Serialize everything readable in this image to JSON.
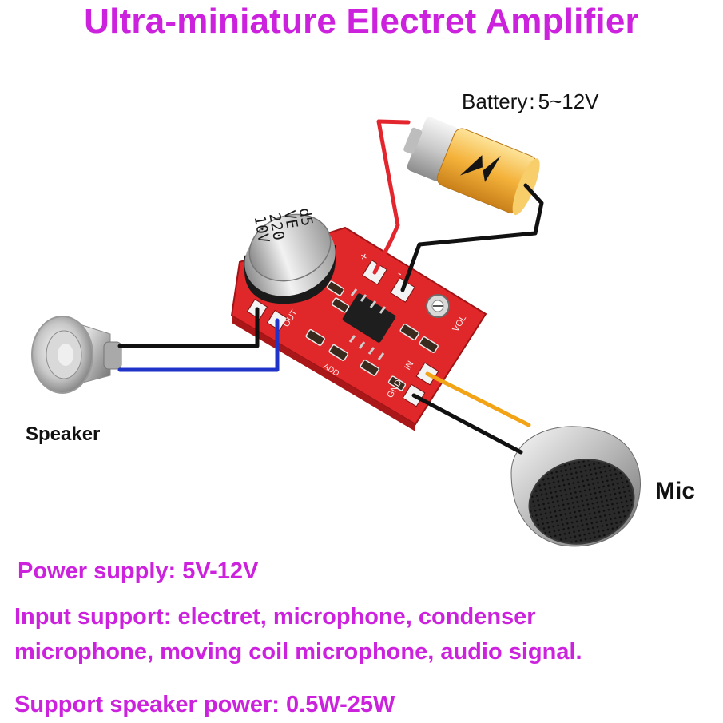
{
  "title": "Ultra-miniature Electret Amplifier",
  "colors": {
    "accent_magenta": "#cc22dd",
    "pcb_red": "#e0282a",
    "wire_red": "#e3262e",
    "wire_black": "#111111",
    "wire_blue": "#1f33c9",
    "wire_orange": "#f2a316"
  },
  "labels": {
    "battery": "Battery",
    "battery_separator": ":",
    "battery_voltage": "5~12V",
    "speaker": "Speaker",
    "mic": "Mic"
  },
  "board_silkscreen": {
    "plus": "+",
    "minus": "-",
    "out": "OUT",
    "add": "ADD",
    "in": "IN",
    "gnd": "GND",
    "vol": "VOL"
  },
  "capacitor_marking": [
    "d5",
    "VE",
    "220",
    "10V"
  ],
  "icons": {
    "battery": "battery-icon",
    "speaker": "speaker-icon",
    "microphone": "microphone-icon",
    "pcb": "amplifier-board"
  },
  "specs": {
    "power_supply": "Power supply: 5V-12V",
    "input_support_line1": "Input support: electret, microphone, condenser",
    "input_support_line2": "microphone, moving coil microphone, audio signal.",
    "speaker_power": "Support speaker power: 0.5W-25W"
  }
}
